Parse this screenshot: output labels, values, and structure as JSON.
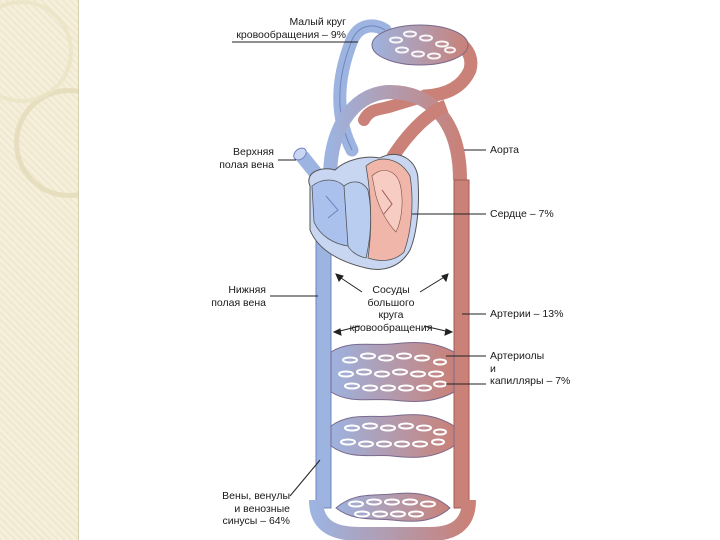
{
  "labels": {
    "pulmonary": [
      "Малый круг",
      "кровообращения – 9%"
    ],
    "svc": [
      "Верхняя",
      "полая вена"
    ],
    "ivc": [
      "Нижняя",
      "полая вена"
    ],
    "aorta": "Аорта",
    "heart": "Сердце – 7%",
    "systemic_vessels": [
      "Сосуды",
      "большого",
      "круга",
      "кровообращения"
    ],
    "arteries": "Артерии – 13%",
    "arterioles": [
      "Артериолы",
      "и",
      "капилляры – 7%"
    ],
    "veins": [
      "Вены, венулы",
      "и венозные",
      "синусы – 64%"
    ]
  },
  "colors": {
    "venous": "#9db3e0",
    "venous_dark": "#6f86bf",
    "arterial": "#c98178",
    "arterial_dark": "#a35a52",
    "heart_blue": "#a9c1ec",
    "heart_pink": "#f1b6aa",
    "capillary_mix": "#9a7a9e"
  }
}
